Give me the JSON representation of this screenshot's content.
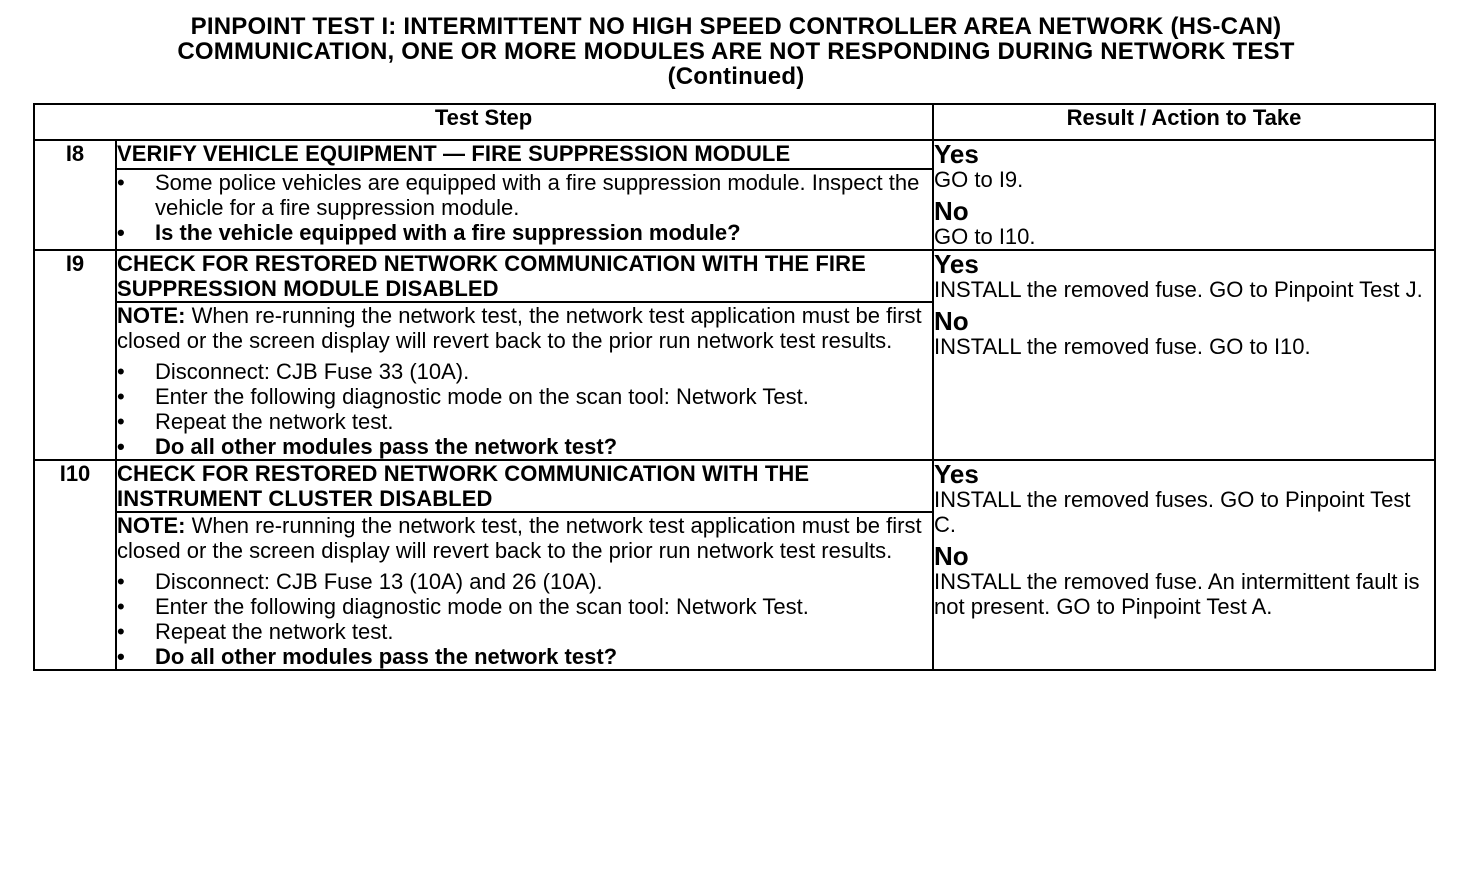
{
  "title": {
    "line1": "PINPOINT TEST  I: INTERMITTENT NO HIGH SPEED CONTROLLER AREA NETWORK (HS-CAN)",
    "line2": "COMMUNICATION, ONE OR MORE MODULES ARE NOT RESPONDING DURING NETWORK TEST",
    "line3": "(Continued)"
  },
  "headers": {
    "test_step": "Test Step",
    "result": "Result / Action to Take"
  },
  "steps": [
    {
      "id": "I8",
      "title": "VERIFY VEHICLE EQUIPMENT — FIRE SUPPRESSION MODULE",
      "note_label": "",
      "note_text": "",
      "bullets": [
        "Some police vehicles are equipped with a fire suppression module. Inspect the vehicle for a fire suppression module."
      ],
      "question": "Is the vehicle equipped with a fire suppression module?",
      "yes_label": "Yes",
      "yes_text": "GO to I9.",
      "no_label": "No",
      "no_text": "GO to I10."
    },
    {
      "id": "I9",
      "title": "CHECK FOR RESTORED NETWORK COMMUNICATION WITH THE FIRE SUPPRESSION MODULE DISABLED",
      "note_label": "NOTE:",
      "note_text": " When re-running the network test, the network test application must be first closed or the screen display will revert back to the prior run network test results.",
      "bullets": [
        "Disconnect: CJB Fuse 33 (10A).",
        "Enter the following diagnostic mode on the scan tool: Network Test.",
        "Repeat the network test."
      ],
      "question": "Do all other modules pass the network test?",
      "yes_label": "Yes",
      "yes_text": "INSTALL the removed fuse. GO to Pinpoint Test J.",
      "no_label": "No",
      "no_text": "INSTALL the removed fuse. GO to I10."
    },
    {
      "id": "I10",
      "title": "CHECK FOR RESTORED NETWORK COMMUNICATION WITH THE INSTRUMENT CLUSTER DISABLED",
      "note_label": "NOTE:",
      "note_text": " When re-running the network test, the network test application must be first closed or the screen display will revert back to the prior run network test results.",
      "bullets": [
        "Disconnect: CJB Fuse 13 (10A) and 26 (10A).",
        "Enter the following diagnostic mode on the scan tool: Network Test.",
        "Repeat the network test."
      ],
      "question": "Do all other modules pass the network test?",
      "yes_label": "Yes",
      "yes_text": "INSTALL the removed fuses. GO to Pinpoint Test C.",
      "no_label": "No",
      "no_text": "INSTALL the removed fuse. An intermittent fault is not present. GO to Pinpoint Test A."
    }
  ]
}
